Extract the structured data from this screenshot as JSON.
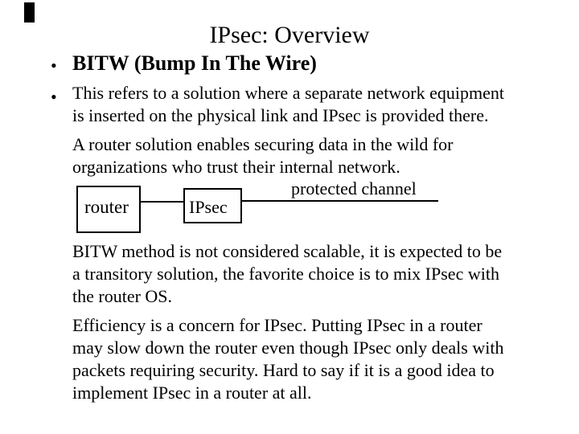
{
  "slide": {
    "title": "IPsec: Overview",
    "bullets": {
      "marker": "•",
      "item1": "BITW (Bump In The Wire)",
      "item2": "This refers to a solution where a separate network equipment\nis inserted on the physical link and IPsec is provided there."
    },
    "paragraphs": {
      "router_solution": "A router solution enables securing data in the wild for\norganizations who trust their internal network.",
      "bitw_method": "BITW method is not considered scalable, it is expected to be\na transitory solution, the favorite choice is to mix IPsec with\nthe router OS.",
      "efficiency": "Efficiency is a concern for IPsec. Putting IPsec in a router\nmay slow down the router even though IPsec only deals with\npackets requiring security. Hard to say if it is a good idea to\nimplement IPsec in a router at all."
    },
    "diagram": {
      "router_box_label": "router",
      "ipsec_box_label": "IPsec",
      "channel_label": "protected channel"
    },
    "colors": {
      "background": "#ffffff",
      "text": "#000000",
      "line": "#000000"
    }
  }
}
